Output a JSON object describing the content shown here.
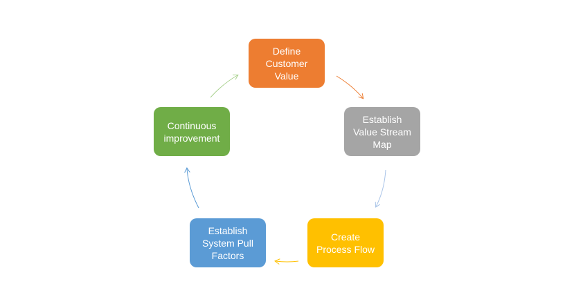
{
  "diagram": {
    "nodes": [
      {
        "id": "define",
        "label": "Define\nCustomer\nValue",
        "color": "#ED7D31"
      },
      {
        "id": "vsm",
        "label": "Establish\nValue Stream\nMap",
        "color": "#A5A5A5"
      },
      {
        "id": "flow",
        "label": "Create\nProcess Flow",
        "color": "#FFC000"
      },
      {
        "id": "pull",
        "label": "Establish\nSystem Pull\nFactors",
        "color": "#5B9BD5"
      },
      {
        "id": "continuous",
        "label": "Continuous\nimprovement",
        "color": "#70AD47"
      }
    ],
    "edges": [
      {
        "from": "define",
        "to": "vsm",
        "color": "#ED7D31"
      },
      {
        "from": "vsm",
        "to": "flow",
        "color": "#A9C4E8"
      },
      {
        "from": "flow",
        "to": "pull",
        "color": "#FFC000"
      },
      {
        "from": "pull",
        "to": "continuous",
        "color": "#5B9BD5"
      },
      {
        "from": "continuous",
        "to": "define",
        "color": "#A9D18E"
      }
    ]
  }
}
